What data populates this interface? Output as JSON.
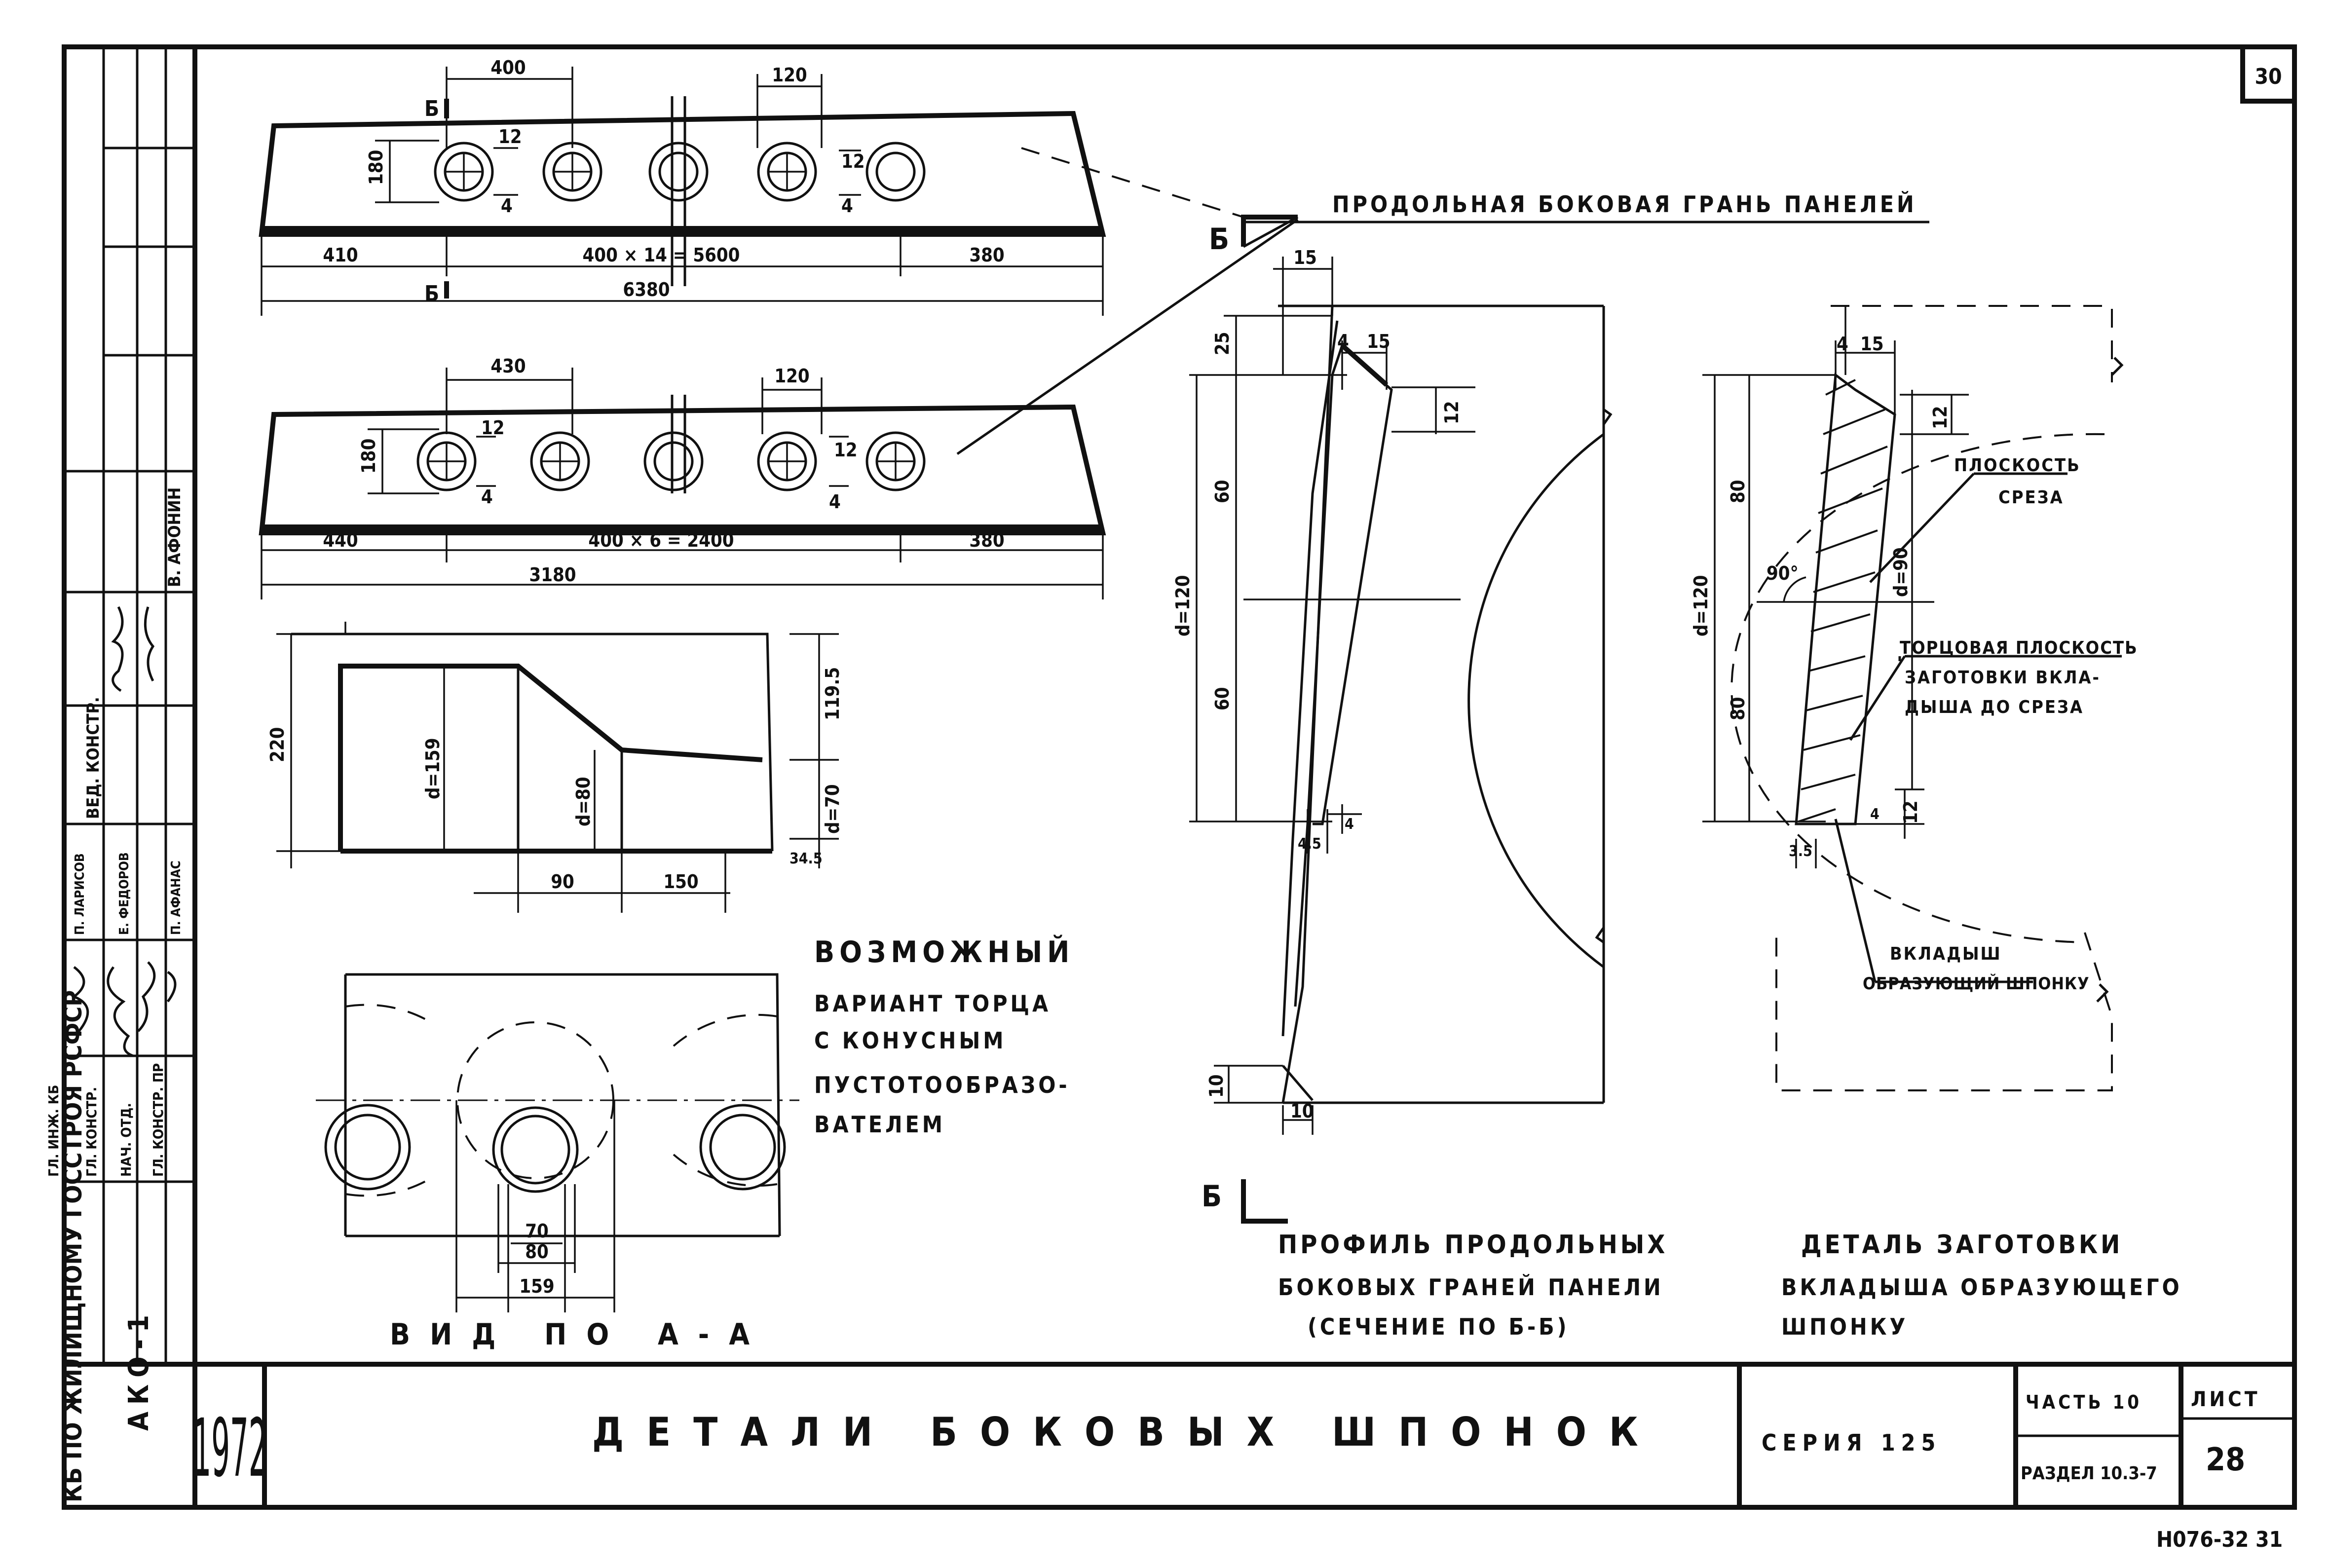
{
  "sheet_number_top": "30",
  "archive_number": "Н076-32  31",
  "title_block": {
    "org_vertical": "КБ  ПО ЖИЛИЩНОМУ ГОССТРОЯ РСФСР",
    "doc_code": "АКО-1",
    "year": "1972",
    "title": "ДЕТАЛИ БОКОВЫХ ШПОНОК",
    "series": "СЕРИЯ  125",
    "part": "ЧАСТЬ  10",
    "section": "РАЗДЕЛ 10.3-7",
    "sheet_label": "ЛИСТ",
    "sheet_value": "28"
  },
  "stamp_roles": [
    "ГЛ. ИНЖ. КБ",
    "ГЛ. КОНСТР.",
    "НАЧ. ОТД.",
    "ГЛ. КОНСТР. ПР",
    "ВЕД. КОНСТР."
  ],
  "stamp_names": [
    "В. АФОНИН",
    "П. ЛАРИСОВ",
    "Е. ФЕДОРОВ",
    "П. АФАНАС"
  ],
  "captions": {
    "longitudinal_face": "ПРОДОЛЬНАЯ БОКОВАЯ ГРАНЬ ПАНЕЛЕЙ",
    "profile_l1": "ПРОФИЛЬ ПРОДОЛЬНЫХ",
    "profile_l2": "БОКОВЫХ ГРАНЕЙ ПАНЕЛИ",
    "profile_l3": "(СЕЧЕНИЕ ПО Б-Б)",
    "detail_l1": "ДЕТАЛЬ ЗАГОТОВКИ",
    "detail_l2": "ВКЛАДЫША ОБРАЗУЮЩЕГО",
    "detail_l3": "ШПОНКУ",
    "variant_l1": "ВОЗМОЖНЫЙ",
    "variant_l2": "ВАРИАНТ ТОРЦА",
    "variant_l3": "С КОНУСНЫМ",
    "variant_l4": "ПУСТОТООБРАЗО-",
    "variant_l5": "ВАТЕЛЕМ",
    "view_aa": "ВИД ПО А-А",
    "cut_plane_l1": "ПЛОСКОСТЬ",
    "cut_plane_l2": "СРЕЗА",
    "end_plane_l1": "ТОРЦОВАЯ ПЛОСКОСТЬ",
    "end_plane_l2": "ЗАГОТОВКИ ВКЛА-",
    "end_plane_l3": "ДЫША ДО СРЕЗА",
    "insert_l1": "ВКЛАДЫШ",
    "insert_l2": "ОБРАЗУЮЩИЙ ШПОНКУ",
    "section_mark": "Б"
  },
  "panel1": {
    "d_top_left": "400",
    "d_top_right": "120",
    "d_height": "180",
    "d_left": "410",
    "d_mid": "400 × 14 = 5600",
    "d_right": "380",
    "d_total": "6380",
    "d_s12": "12",
    "d_s4": "4"
  },
  "panel2": {
    "d_top_left": "430",
    "d_top_right": "120",
    "d_height": "180",
    "d_left": "440",
    "d_mid": "400 × 6 = 2400",
    "d_right": "380",
    "d_total": "3180",
    "d_s12": "12",
    "d_s4": "4"
  },
  "end_variant": {
    "d_height": "220",
    "d_d159": "d=159",
    "d_d80": "d=80",
    "d_1195": "119.5",
    "d_d70": "d=70",
    "d_345": "34.5",
    "d_90": "90",
    "d_150": "150"
  },
  "view_aa": {
    "d_70": "70",
    "d_80": "80",
    "d_159": "159"
  },
  "profile": {
    "d_15a": "15",
    "d_15b": "15",
    "d_25": "25",
    "d_4": "4",
    "d_12": "12",
    "d_60a": "60",
    "d_60b": "60",
    "d_d120": "d=120",
    "d_45": "4.5",
    "d_4b": "4",
    "d_10a": "10",
    "d_10b": "10"
  },
  "insert_detail": {
    "d_15": "15",
    "d_4": "4",
    "d_12": "12",
    "d_80a": "80",
    "d_80b": "80",
    "d_d120": "d=120",
    "d_d90": "d=90",
    "d_90deg": "90°",
    "d_4b": "4",
    "d_12b": "12",
    "d_35": "3.5"
  }
}
